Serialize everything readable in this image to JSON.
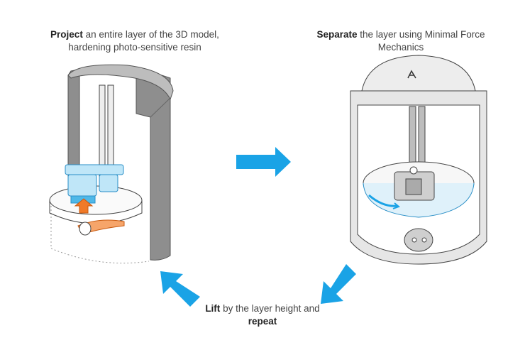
{
  "captions": {
    "project": {
      "bold": "Project",
      "rest": " an entire layer of the 3D model, hardening photo-sensitive resin"
    },
    "separate": {
      "bold": "Separate",
      "rest": " the layer using Minimal Force Mechanics"
    },
    "lift": {
      "bold1": "Lift",
      "mid": " by the layer height and ",
      "bold2": "repeat"
    }
  },
  "colors": {
    "arrow": "#1aa3e6",
    "laser": "#f07a28",
    "body": "#8e8e8e",
    "outline": "#444444",
    "part": "#4fb8e8"
  },
  "icons": {
    "logo": "a-logo-icon"
  }
}
